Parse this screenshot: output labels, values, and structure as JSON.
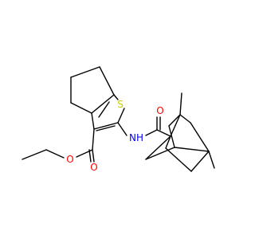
{
  "molecule": {
    "colors": {
      "bond": "#000000",
      "oxygen": "#ff0000",
      "sulfur": "#cccc00",
      "nitrogen": "#0000ff",
      "background": "#ffffff"
    },
    "atom_labels": {
      "sulfur": "S",
      "amide_nh": "NH",
      "amide_oxygen": "O",
      "ester_carbonyl_oxygen": "O",
      "ester_oxygen": "O"
    }
  }
}
